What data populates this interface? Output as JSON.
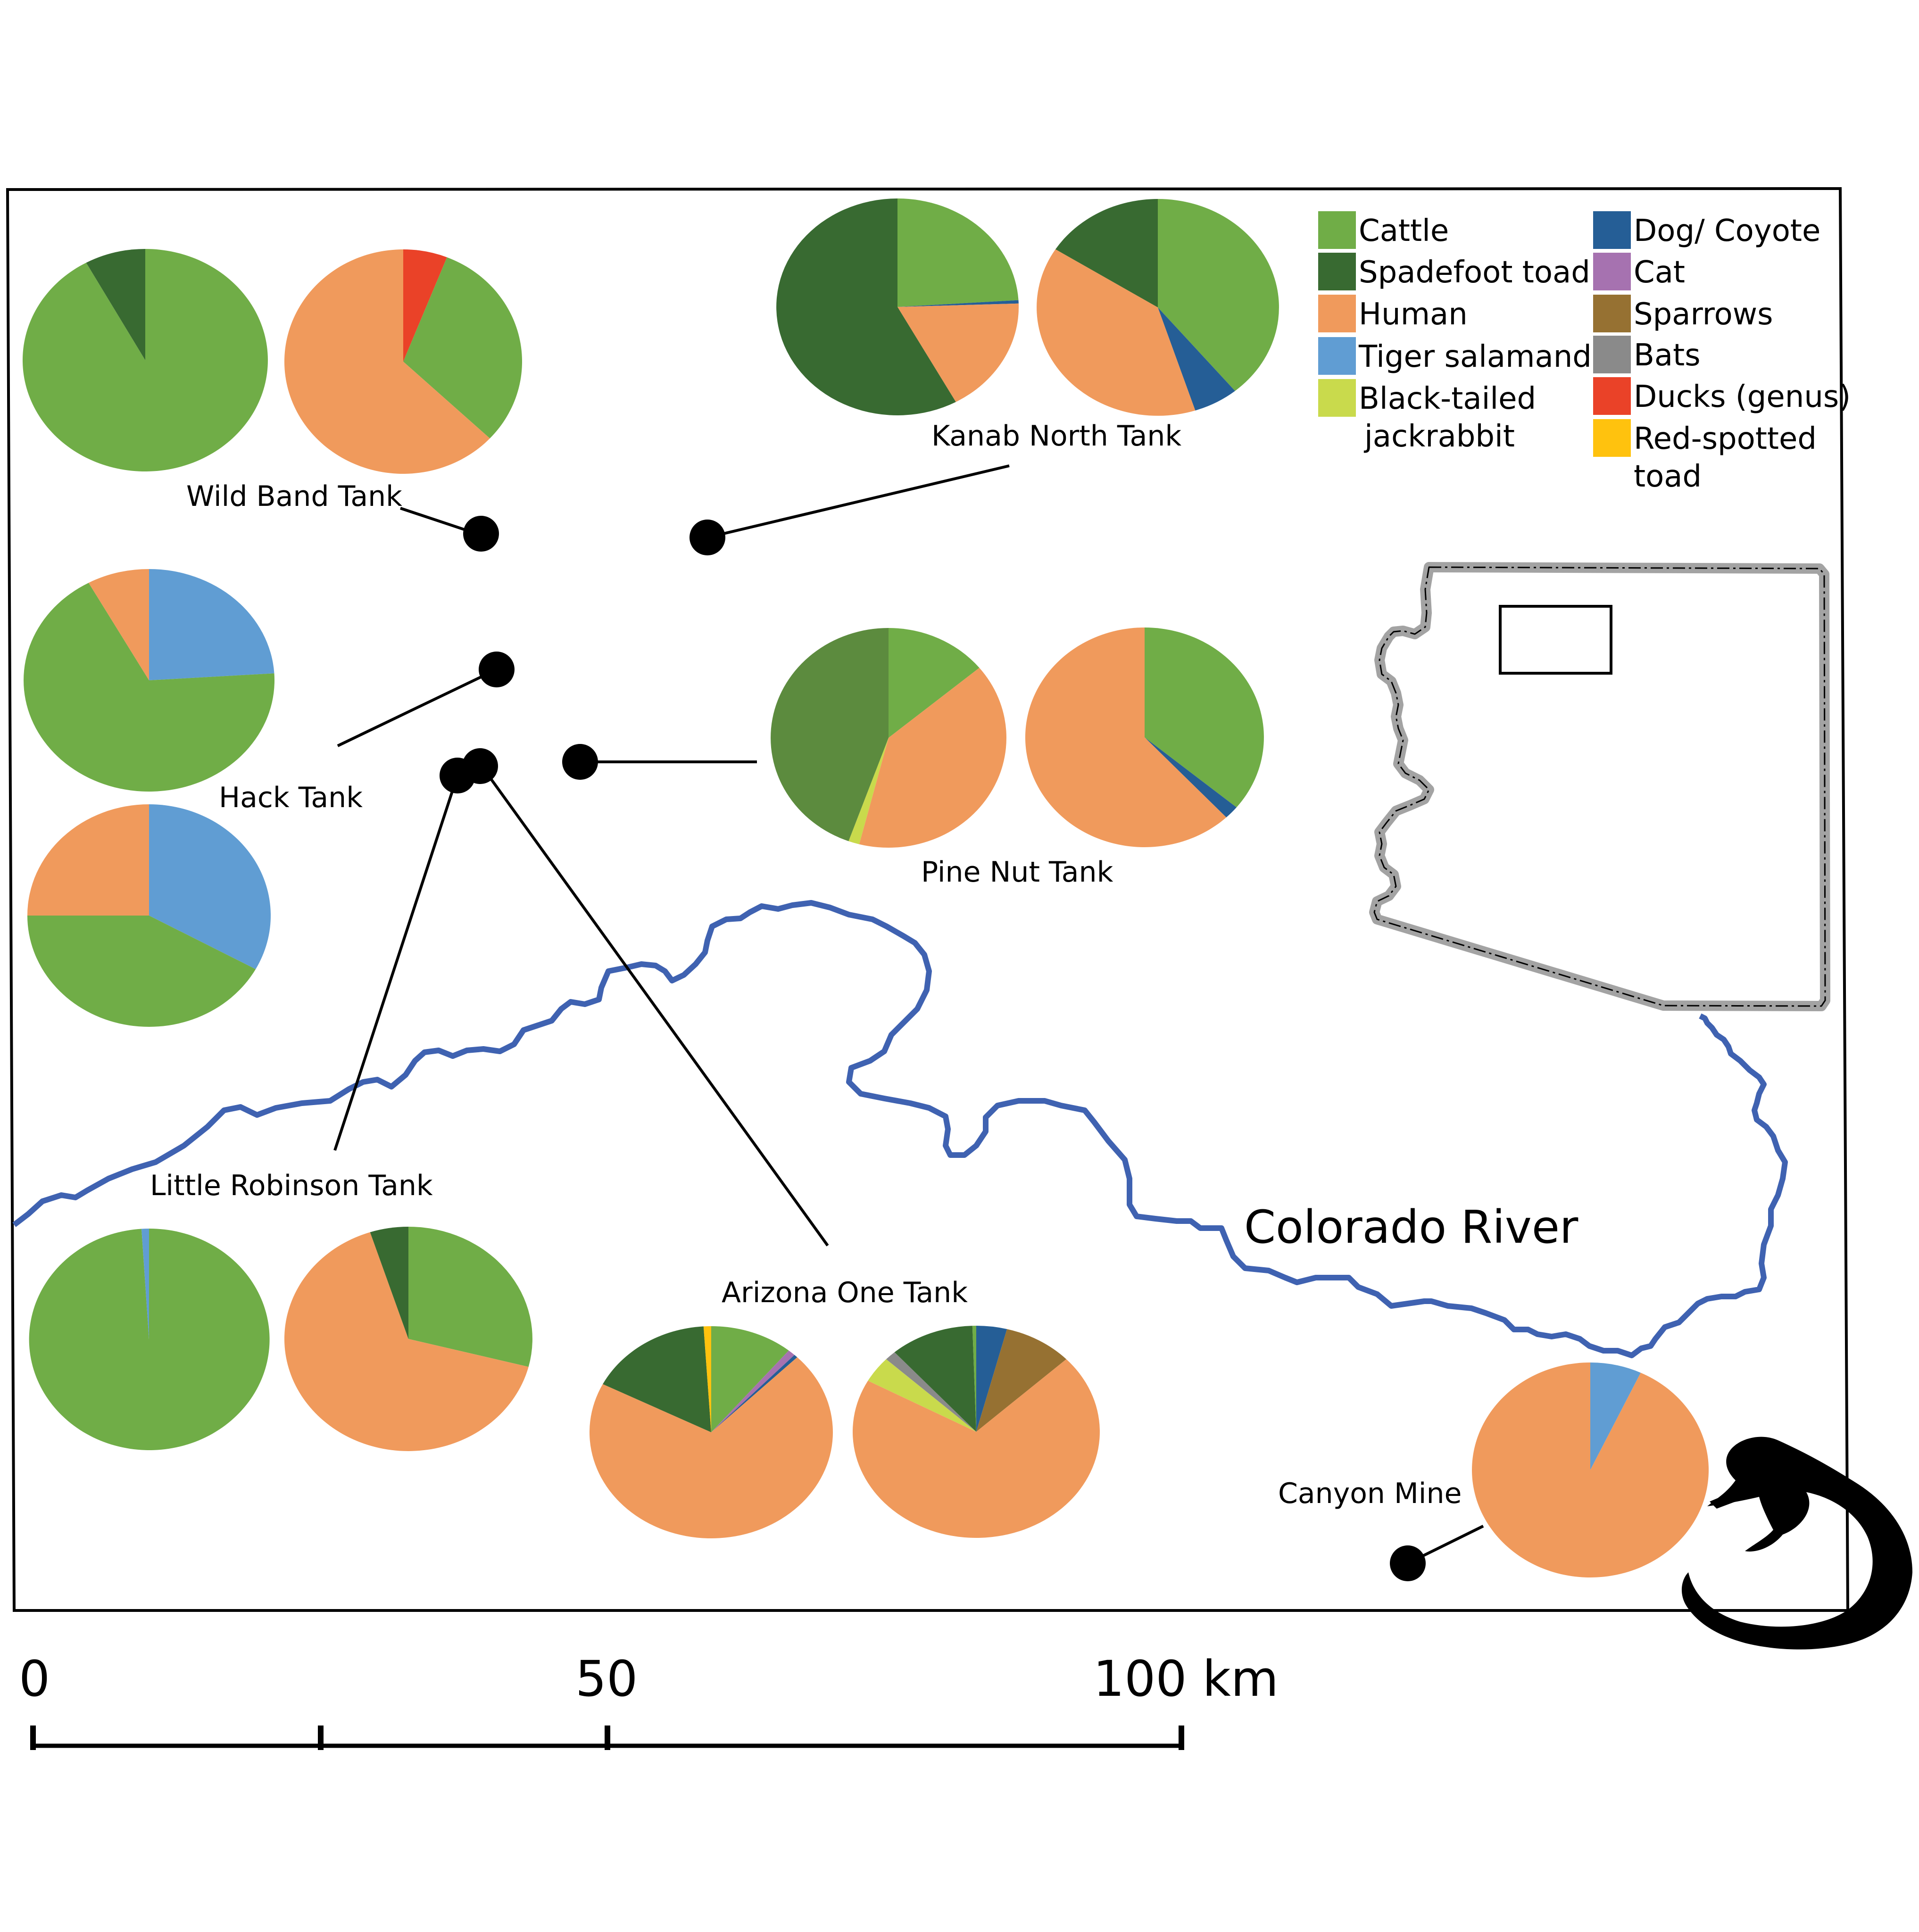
{
  "colors": {
    "Cattle": "#70AD47",
    "Spadefoot toad": "#386A31",
    "Human": "#F09A5C",
    "Tiger salamander": "#609DD3",
    "Black-tailed jackrabbit": "#C9DA4C",
    "Dog/ Coyote": "#255E96",
    "Cat": "#A672B0",
    "Sparrows": "#967132",
    "Bats": "#8A8A8A",
    "Ducks (genus)": "#EA4228",
    "Red-spotted toad": "#FFC20E",
    "Spadefoot toad (alt shade)": "#5C8B3E",
    "river": "#3F62B1"
  },
  "legend": [
    {
      "key": "Cattle",
      "lines": [
        "Cattle"
      ]
    },
    {
      "key": "Spadefoot toad",
      "lines": [
        "Spadefoot toad"
      ]
    },
    {
      "key": "Human",
      "lines": [
        "Human"
      ]
    },
    {
      "key": "Tiger salamander",
      "lines": [
        "Tiger salamander"
      ]
    },
    {
      "key": "Black-tailed jackrabbit",
      "lines": [
        "Black-tailed",
        "jackrabbit"
      ]
    },
    {
      "key": "Dog/ Coyote",
      "lines": [
        "Dog/ Coyote"
      ]
    },
    {
      "key": "Cat",
      "lines": [
        "Cat"
      ]
    },
    {
      "key": "Sparrows",
      "lines": [
        "Sparrows"
      ]
    },
    {
      "key": "Bats",
      "lines": [
        "Bats"
      ]
    },
    {
      "key": "Ducks (genus)",
      "lines": [
        "Ducks (genus)"
      ]
    },
    {
      "key": "Red-spotted toad",
      "lines": [
        "Red-spotted",
        "toad"
      ]
    }
  ],
  "sites": {
    "wild_band": "Wild Band Tank",
    "kanab_north": "Kanab North Tank",
    "hack": "Hack Tank",
    "pine_nut": "Pine Nut Tank",
    "little_robinson": "Little Robinson Tank",
    "arizona_one": "Arizona One Tank",
    "canyon_mine": "Canyon Mine"
  },
  "river_label": "Colorado River",
  "scale": {
    "ticks": [
      "0",
      "50",
      "100 km"
    ]
  },
  "chart_data": [
    {
      "type": "pie",
      "site": "Wild Band Tank",
      "chart": 1,
      "slices": [
        {
          "label": "Cattle",
          "value": 92
        },
        {
          "label": "Spadefoot toad",
          "value": 8
        }
      ]
    },
    {
      "type": "pie",
      "site": "Wild Band Tank",
      "chart": 2,
      "slices": [
        {
          "label": "Ducks (genus)",
          "value": 6
        },
        {
          "label": "Cattle",
          "value": 31
        },
        {
          "label": "Human",
          "value": 63
        }
      ]
    },
    {
      "type": "pie",
      "site": "Kanab North Tank",
      "chart": 1,
      "slices": [
        {
          "label": "Cattle",
          "value": 24
        },
        {
          "label": "Dog/ Coyote",
          "value": 0.5
        },
        {
          "label": "Human",
          "value": 17.5
        },
        {
          "label": "Spadefoot toad",
          "value": 58
        }
      ]
    },
    {
      "type": "pie",
      "site": "Kanab North Tank",
      "chart": 2,
      "slices": [
        {
          "label": "Cattle",
          "value": 39
        },
        {
          "label": "Dog/ Coyote",
          "value": 6
        },
        {
          "label": "Human",
          "value": 39
        },
        {
          "label": "Spadefoot toad",
          "value": 16
        }
      ]
    },
    {
      "type": "pie",
      "site": "Hack Tank",
      "chart": 1,
      "slices": [
        {
          "label": "Tiger salamander",
          "value": 24
        },
        {
          "label": "Cattle",
          "value": 68
        },
        {
          "label": "Human",
          "value": 8
        }
      ]
    },
    {
      "type": "pie",
      "site": "Hack Tank",
      "chart": 2,
      "slices": [
        {
          "label": "Tiger salamander",
          "value": 33
        },
        {
          "label": "Cattle",
          "value": 42
        },
        {
          "label": "Human",
          "value": 25
        }
      ]
    },
    {
      "type": "pie",
      "site": "Pine Nut Tank",
      "chart": 1,
      "slices": [
        {
          "label": "Cattle",
          "value": 14
        },
        {
          "label": "Human",
          "value": 40
        },
        {
          "label": "Black-tailed jackrabbit",
          "value": 1.5
        },
        {
          "label": "Spadefoot toad",
          "value": 44.5
        }
      ]
    },
    {
      "type": "pie",
      "site": "Pine Nut Tank",
      "chart": 2,
      "slices": [
        {
          "label": "Cattle",
          "value": 36
        },
        {
          "label": "Dog/ Coyote",
          "value": 2
        },
        {
          "label": "Human",
          "value": 62
        }
      ]
    },
    {
      "type": "pie",
      "site": "Little Robinson Tank",
      "chart": 1,
      "slices": [
        {
          "label": "Cattle",
          "value": 99
        },
        {
          "label": "Tiger salamander",
          "value": 1
        }
      ]
    },
    {
      "type": "pie",
      "site": "Little Robinson Tank",
      "chart": 2,
      "slices": [
        {
          "label": "Cattle",
          "value": 29
        },
        {
          "label": "Human",
          "value": 66
        },
        {
          "label": "Spadefoot toad",
          "value": 5
        }
      ]
    },
    {
      "type": "pie",
      "site": "Arizona One Tank",
      "chart": 1,
      "slices": [
        {
          "label": "Cattle",
          "value": 11
        },
        {
          "label": "Cat",
          "value": 1
        },
        {
          "label": "Dog/ Coyote",
          "value": 0.5
        },
        {
          "label": "Human",
          "value": 70
        },
        {
          "label": "Spadefoot toad",
          "value": 16.5
        },
        {
          "label": "Red-spotted toad",
          "value": 1
        }
      ]
    },
    {
      "type": "pie",
      "site": "Arizona One Tank",
      "chart": 2,
      "slices": [
        {
          "label": "Dog/ Coyote",
          "value": 4
        },
        {
          "label": "Sparrows",
          "value": 9
        },
        {
          "label": "Human",
          "value": 70
        },
        {
          "label": "Black-tailed jackrabbit",
          "value": 4
        },
        {
          "label": "Bats",
          "value": 1.5
        },
        {
          "label": "Spadefoot toad",
          "value": 11
        },
        {
          "label": "Cattle",
          "value": 0.5
        }
      ]
    },
    {
      "type": "pie",
      "site": "Canyon Mine",
      "chart": 1,
      "slices": [
        {
          "label": "Tiger salamander",
          "value": 7
        },
        {
          "label": "Human",
          "value": 93
        }
      ]
    }
  ]
}
